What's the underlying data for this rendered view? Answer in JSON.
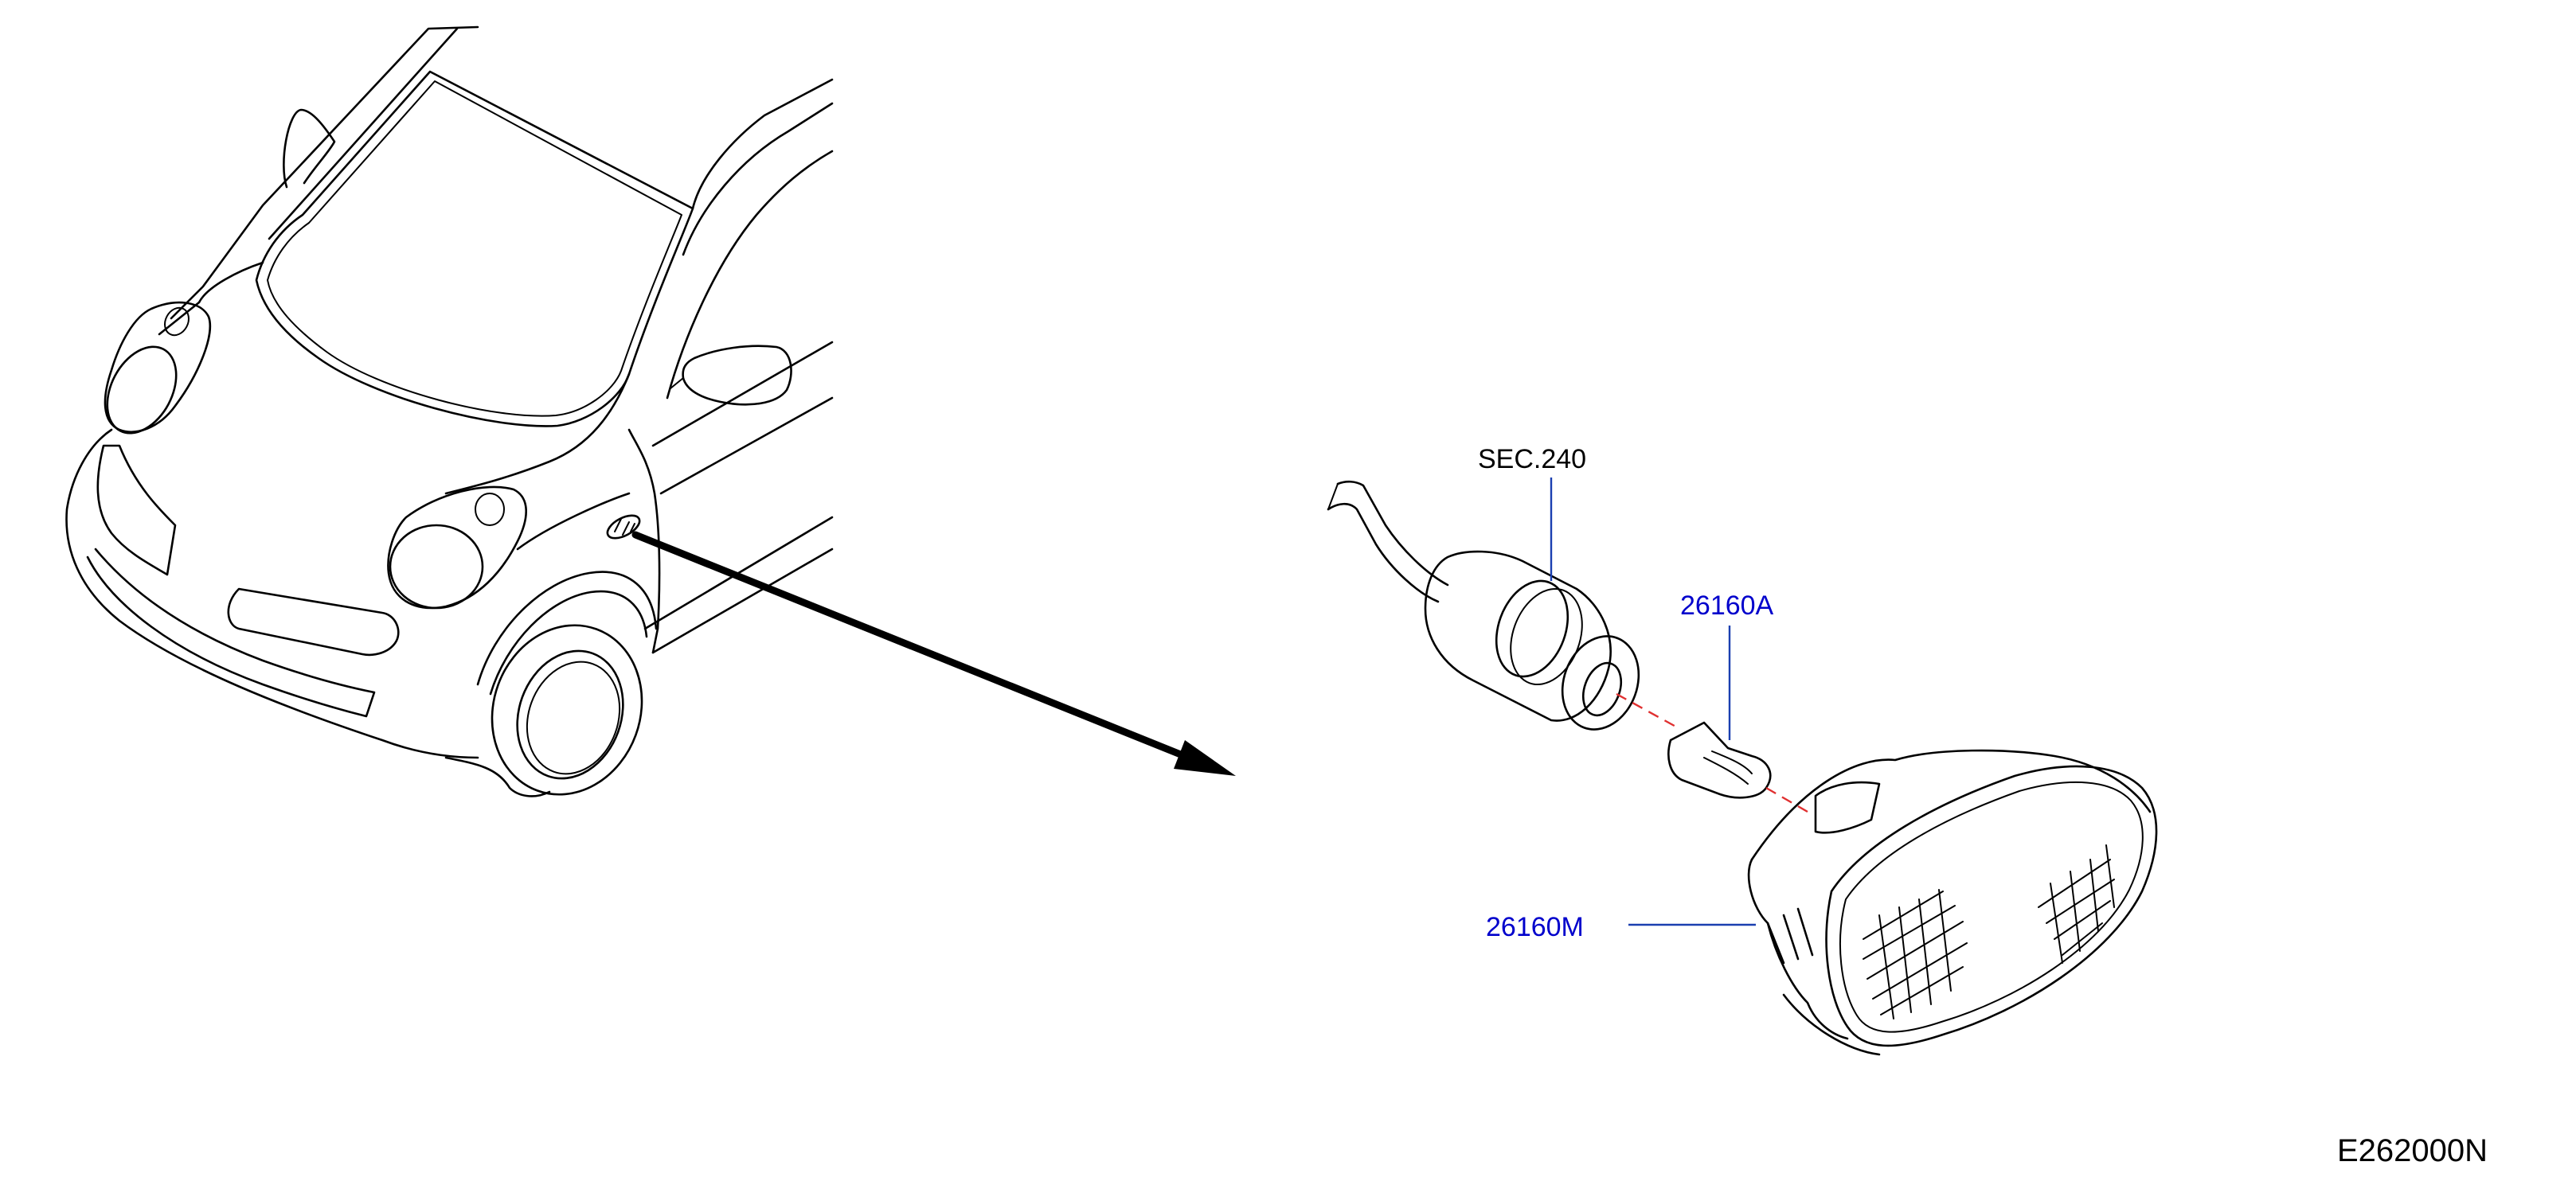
{
  "diagram": {
    "labels": {
      "section_ref": "SEC.240",
      "bulb_part": "26160A",
      "lamp_part": "26160M",
      "diagram_code": "E262000N"
    },
    "colors": {
      "ink": "#000000",
      "part_number": "#0000cc",
      "leader_line": "#1a3fb0",
      "centerline": "#e03030",
      "background": "#ffffff"
    }
  }
}
